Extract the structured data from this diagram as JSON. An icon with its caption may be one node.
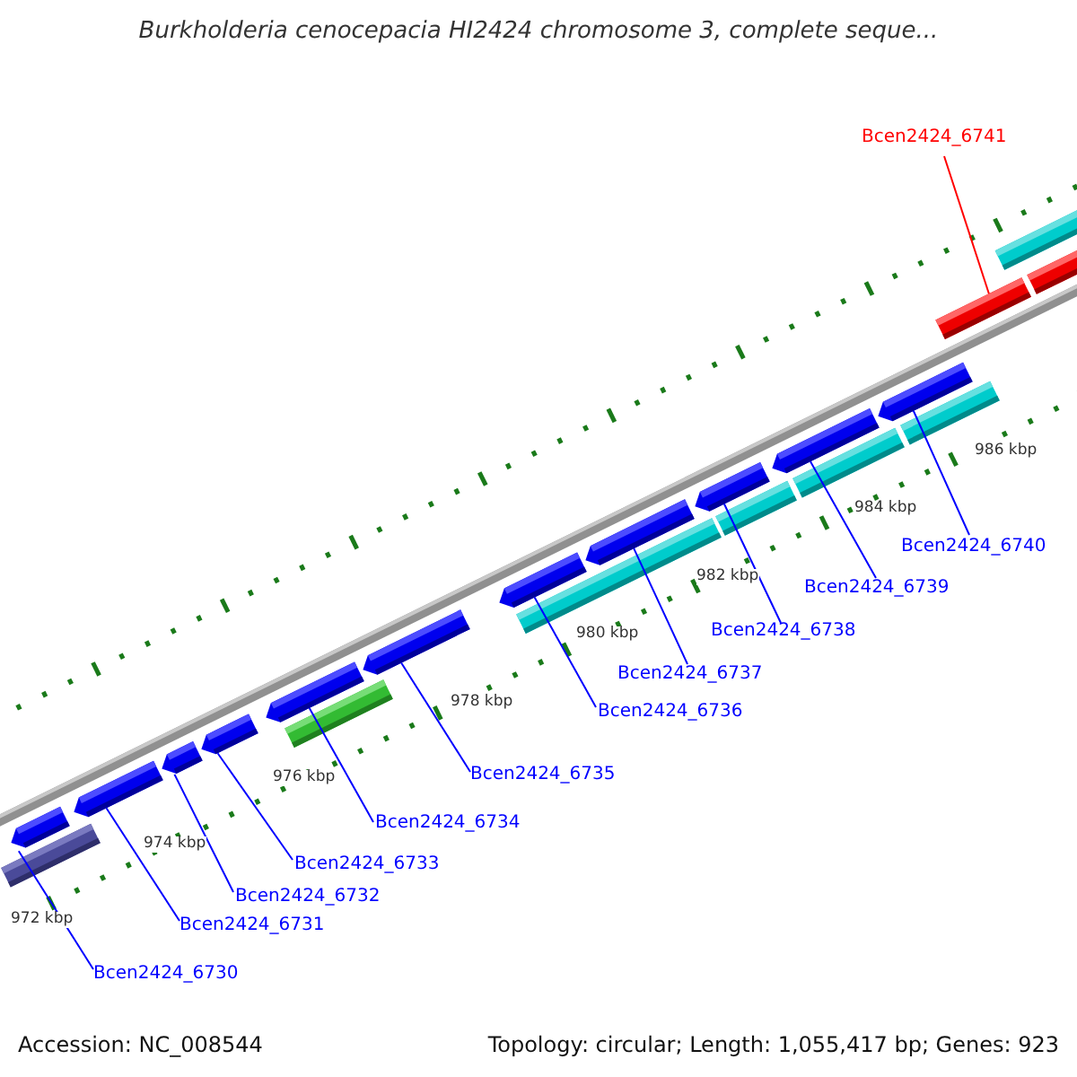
{
  "diagram": {
    "title": "Burkholderia cenocepacia HI2424 chromosome 3, complete seque...",
    "nodes": [
      {
        "text": [
          "Bcen2424_6741"
        ]
      },
      {
        "text": [
          "Bcen2424_6740"
        ]
      },
      {
        "text": [
          "Bcen2424_6739"
        ]
      },
      {
        "text": [
          "Bcen2424_6738"
        ]
      },
      {
        "text": [
          "Bcen2424_6737"
        ]
      },
      {
        "text": [
          "Bcen2424_6736"
        ]
      },
      {
        "text": [
          "Bcen2424_6735"
        ]
      },
      {
        "text": [
          "Bcen2424_6734"
        ]
      },
      {
        "text": [
          "Bcen2424_6733"
        ]
      },
      {
        "text": [
          "Bcen2424_6732"
        ]
      },
      {
        "text": [
          "Bcen2424_6731"
        ]
      },
      {
        "text": [
          "Bcen2424_6730"
        ]
      },
      {
        "text": [],
        "shape": "bar"
      },
      {
        "text": [],
        "shape": "bar"
      },
      {
        "text": [],
        "shape": "bar"
      },
      {
        "text": [],
        "shape": "bar"
      },
      {
        "text": [],
        "shape": "bar"
      },
      {
        "text": [],
        "shape": "bar"
      },
      {
        "text": [],
        "shape": "bar"
      },
      {
        "text": [],
        "shape": "bar"
      },
      {
        "text": [],
        "shape": "bar"
      },
      {
        "text": [],
        "shape": "bar"
      },
      {
        "text": [],
        "shape": "bar"
      },
      {
        "text": [],
        "shape": "bar"
      }
    ],
    "edges": [
      {
        "from": 0,
        "to": 23,
        "arrow": "none",
        "color": "#ff0000"
      },
      {
        "from": 1,
        "to": 22,
        "arrow": "none"
      },
      {
        "from": 2,
        "to": 21,
        "arrow": "none"
      },
      {
        "from": 3,
        "to": 20,
        "arrow": "none"
      },
      {
        "from": 4,
        "to": 19,
        "arrow": "none"
      },
      {
        "from": 5,
        "to": 18,
        "arrow": "none"
      },
      {
        "from": 6,
        "to": 17,
        "arrow": "none"
      },
      {
        "from": 7,
        "to": 16,
        "arrow": "none"
      },
      {
        "from": 8,
        "to": 15,
        "arrow": "none"
      },
      {
        "from": 9,
        "to": 14,
        "arrow": "none"
      },
      {
        "from": 10,
        "to": 13,
        "arrow": "none"
      },
      {
        "from": 11,
        "to": 12,
        "arrow": "none"
      }
    ],
    "labels": [
      "986 kbp",
      "984 kbp",
      "982 kbp",
      "980 kbp",
      "978 kbp",
      "976 kbp",
      "974 kbp",
      "972 kbp",
      "Accession: NC_008544",
      "Topology: circular; Length: 1,055,417 bp; Genes: 923"
    ]
  }
}
